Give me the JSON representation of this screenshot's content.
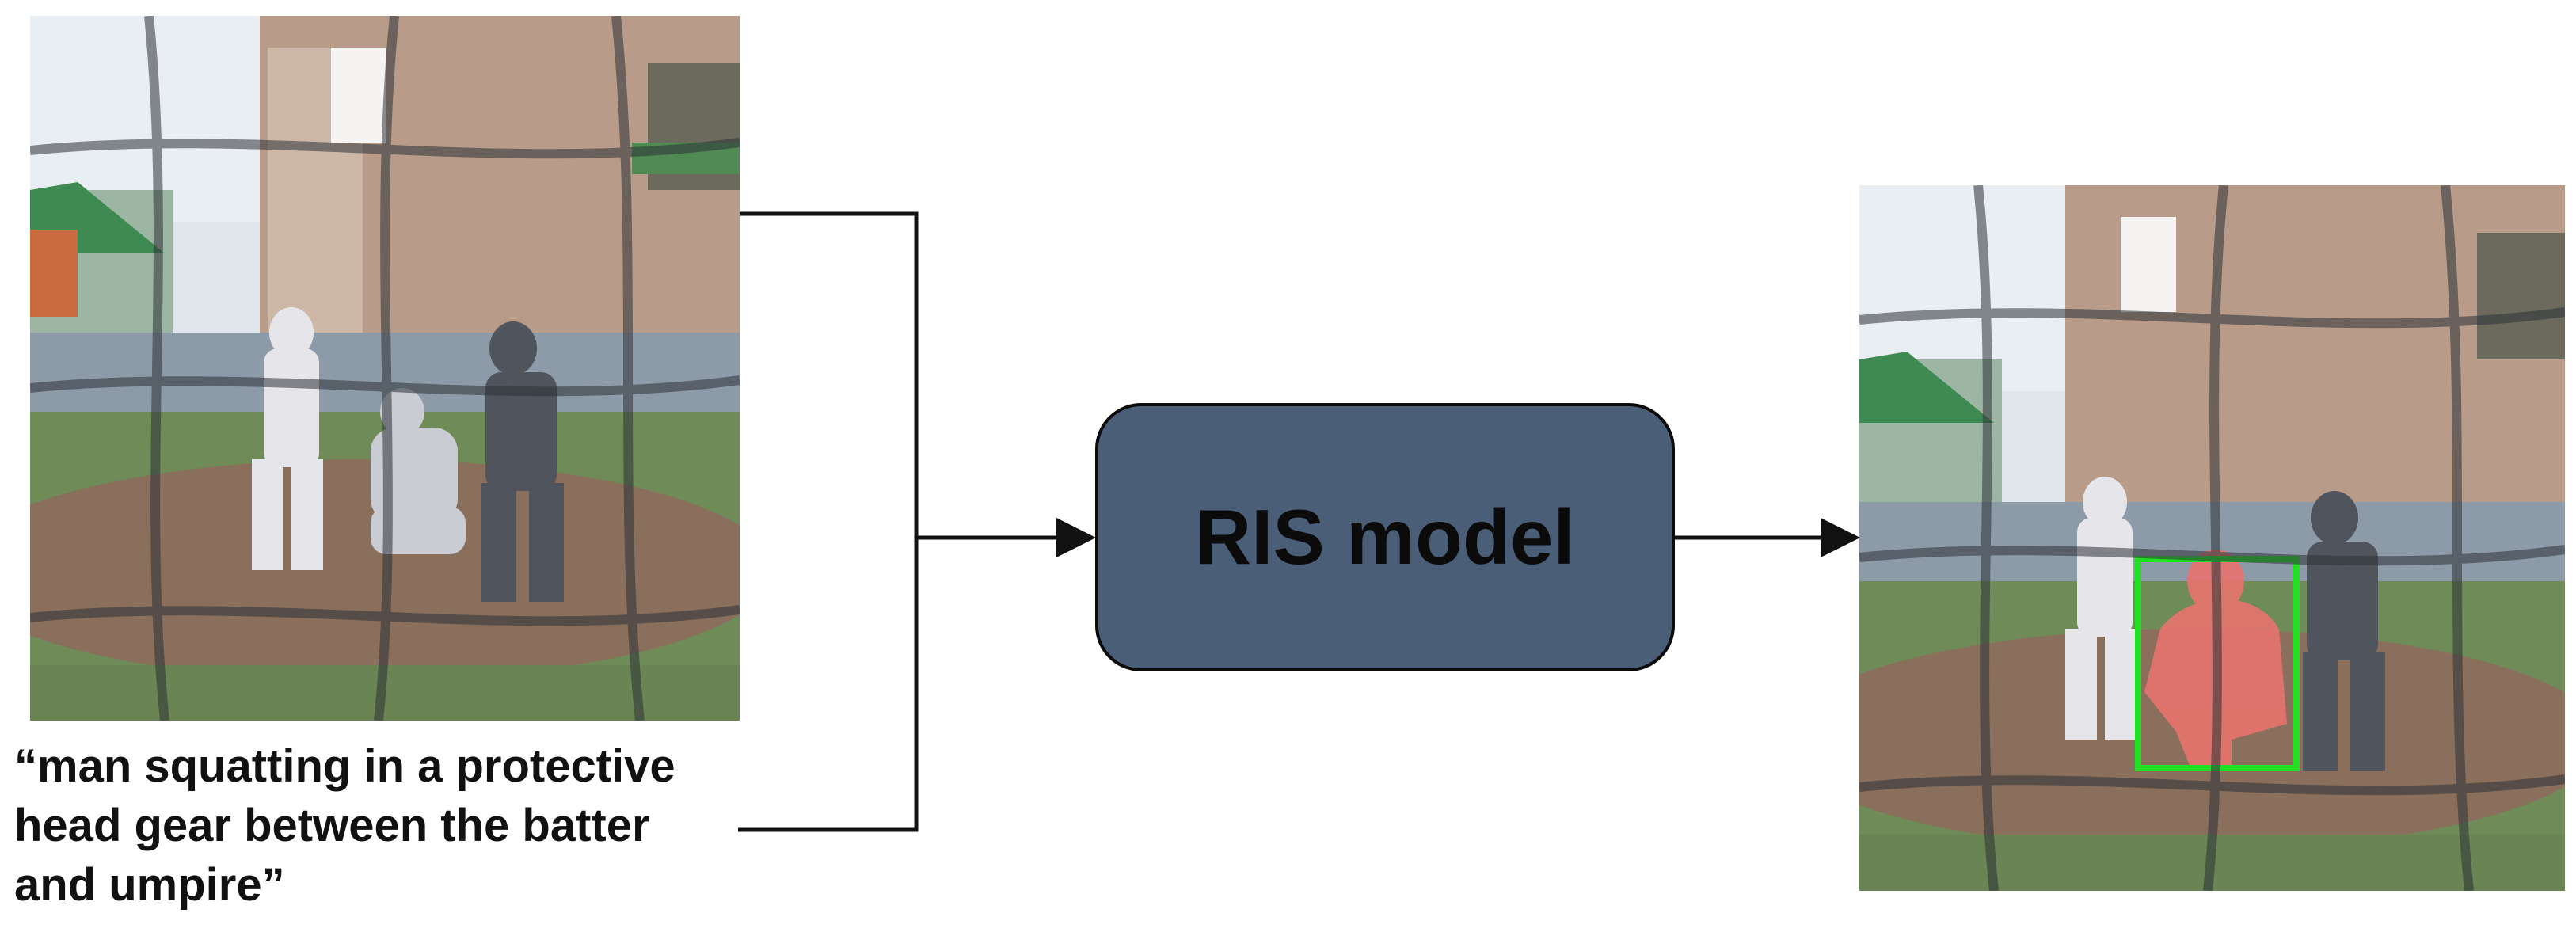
{
  "diagram": {
    "query_text": "“man squatting in a protective\nhead gear between the batter\nand umpire”",
    "model_label": "RIS model",
    "input_image": {
      "icon": "baseball-scene-photo"
    },
    "output_image": {
      "icon": "baseball-scene-photo-segmented",
      "mask_color": "#e8736e",
      "box_color": "#22e022"
    },
    "colors": {
      "model_fill": "#4a5e78",
      "line": "#111111"
    }
  }
}
